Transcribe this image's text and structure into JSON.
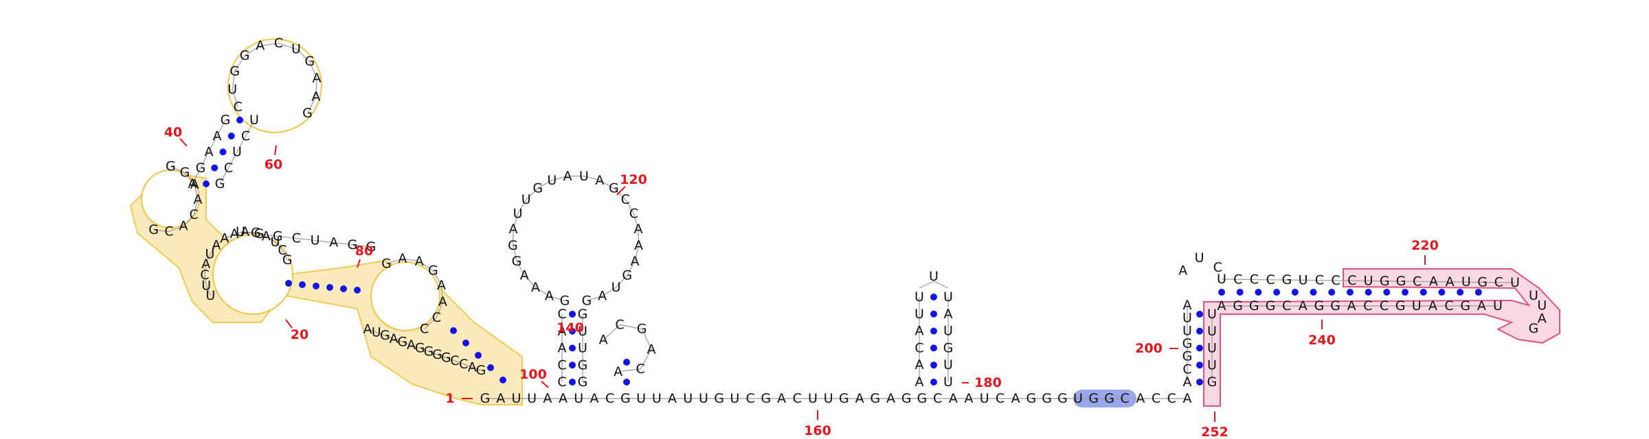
{
  "diagram": {
    "background": "#ffffff",
    "colors": {
      "base_text": "#111111",
      "number_label": "#e8141c",
      "base_pair_dot": "#1414e6",
      "backbone": "#9a9a9a",
      "region_yellow_fill": "#fbe9b5",
      "region_yellow_stroke": "#f2c443",
      "region_pink_fill": "#f9d6e3",
      "region_pink_stroke": "#dd4a7c",
      "region_blue_fill": "#9aa6ea"
    },
    "sequence_strip": "GAUUAAUACGUUAUUGUCGACUUGAGAGGCAAUCAGGGUGGCACCA",
    "hairpin_120": "GAAAGGAUUGUAUAGCCAAAGUAG",
    "stem_130_left": "CAACC",
    "stem_130_right": "GUUGG",
    "loop_150": "ACGACA",
    "stem_180_left": "UUACAA",
    "stem_180_right": "UAUGUU",
    "loop_180_top": "U",
    "region_200_left": "AUUGGCA",
    "region_200_right": "UUUUG",
    "loop_200": "AUC",
    "top_strand_220": "UCCCGUCCCUGGCAAUGCU",
    "bottom_strand_240": "AGGGCAGGACCGUACGAU",
    "left_domain_stem1_left": "GAAGA",
    "left_domain_stem1_right": "UCUCG",
    "left_domain_loop_top": "CUGGACUGAAG",
    "left_domain_loop_left": "GGAACACG",
    "left_domain_bulge": "UGGCUAGG",
    "left_domain_inner": "UUCAUAAAAGAUCG",
    "left_domain_right_loop": "GAAGAACC",
    "left_domain_lower": "AUGAGAGGGGCCAG",
    "number_labels": [
      "1",
      "20",
      "40",
      "60",
      "80",
      "100",
      "120",
      "140",
      "160",
      "180",
      "200",
      "220",
      "240",
      "252"
    ]
  }
}
